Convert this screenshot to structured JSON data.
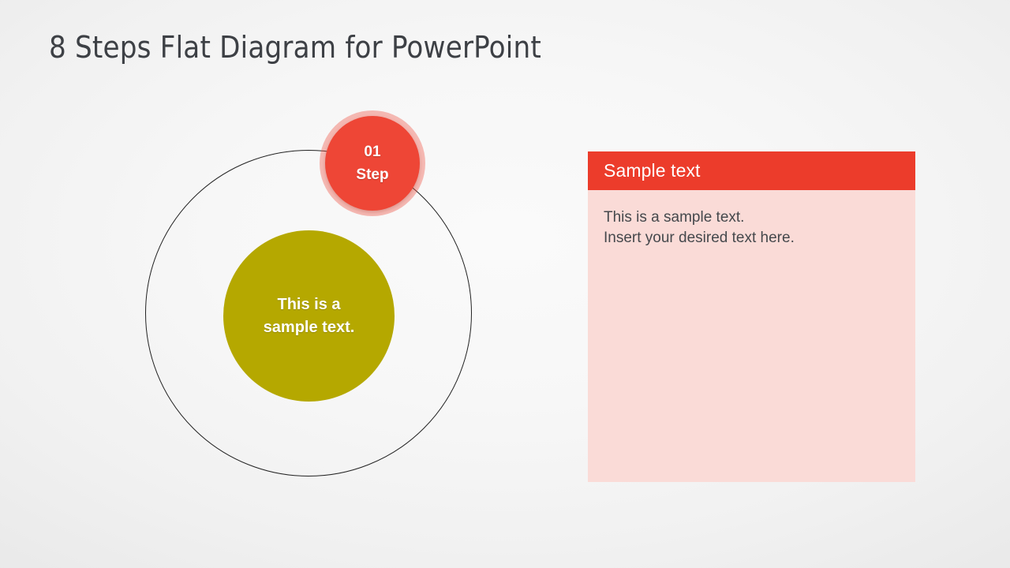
{
  "slide": {
    "title": "8 Steps Flat Diagram for PowerPoint",
    "background_color": "#f1f1f1",
    "title_color": "#3d4045"
  },
  "diagram": {
    "outline_ring": {
      "stroke_color": "#222222"
    },
    "center_circle": {
      "label": "This is a sample text.",
      "fill_color": "#b5a800",
      "text_color": "#ffffff"
    },
    "step_bubble": {
      "number": "01",
      "word": "Step",
      "fill_color": "#ee4636",
      "glow_color": "#f07060",
      "text_color": "#ffffff"
    }
  },
  "info_panel": {
    "header": {
      "title": "Sample text",
      "background_color": "#ec3c2b",
      "text_color": "#ffffff"
    },
    "body": {
      "background_color": "#fadbd7",
      "text_color": "#45484c",
      "lines": [
        "This is a sample text.",
        "Insert your desired text here."
      ]
    }
  }
}
